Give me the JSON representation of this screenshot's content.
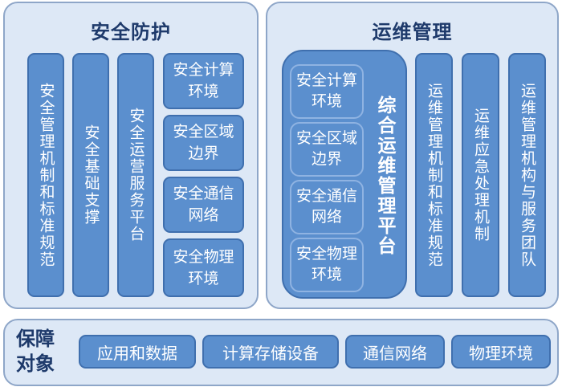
{
  "security": {
    "title": "安全防护",
    "col1": "安全管理机制和标准规范",
    "col2": "安全基础支撑",
    "col3": "安全运营服务平台",
    "stack": [
      "安全计算环境",
      "安全区域边界",
      "安全通信网络",
      "安全物理环境"
    ]
  },
  "ops": {
    "title": "运维管理",
    "platform": {
      "label": "综合运维管理平台",
      "items": [
        "安全计算环境",
        "安全区域边界",
        "安全通信网络",
        "安全物理环境"
      ]
    },
    "col1": "运维管理机制和标准规范",
    "col2": "运维应急处理机制",
    "col3": "运维管理机构与服务团队"
  },
  "protect": {
    "label_line1": "保障",
    "label_line2": "对象",
    "items": [
      "应用和数据",
      "计算存储设备",
      "通信网络",
      "物理环境"
    ]
  }
}
